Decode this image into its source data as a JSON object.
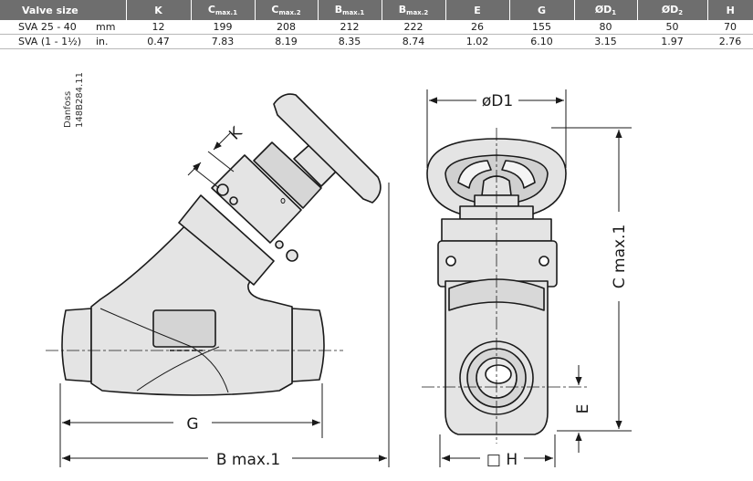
{
  "table": {
    "headers": {
      "valve_size": "Valve size",
      "k": "K",
      "c_max1": {
        "main": "C",
        "sub": "max.1"
      },
      "c_max2": {
        "main": "C",
        "sub": "max.2"
      },
      "b_max1": {
        "main": "B",
        "sub": "max.1"
      },
      "b_max2": {
        "main": "B",
        "sub": "max.2"
      },
      "e": "E",
      "g": "G",
      "d1": {
        "main": "ØD",
        "sub": "1"
      },
      "d2": {
        "main": "ØD",
        "sub": "2"
      },
      "h": "H"
    },
    "rows": [
      {
        "name": "SVA 25 - 40",
        "unit": "mm",
        "values": [
          "12",
          "199",
          "208",
          "212",
          "222",
          "26",
          "155",
          "80",
          "50",
          "70"
        ]
      },
      {
        "name": "SVA (1 - 1½)",
        "unit": "in.",
        "values": [
          "0.47",
          "7.83",
          "8.19",
          "8.35",
          "8.74",
          "1.02",
          "6.10",
          "3.15",
          "1.97",
          "2.76"
        ]
      }
    ]
  },
  "drawing": {
    "ref_line1": "Danfoss",
    "ref_line2": "148B284.11",
    "labels": {
      "k": "K",
      "g": "G",
      "b_max1": "B max.1",
      "d1": "øD1",
      "c_max1": "C max.1",
      "e": "E",
      "h": "□ H"
    }
  },
  "colors": {
    "header_bg": "#6e6e6e",
    "body_fill": "#e4e4e4",
    "line": "#1a1a1a"
  }
}
